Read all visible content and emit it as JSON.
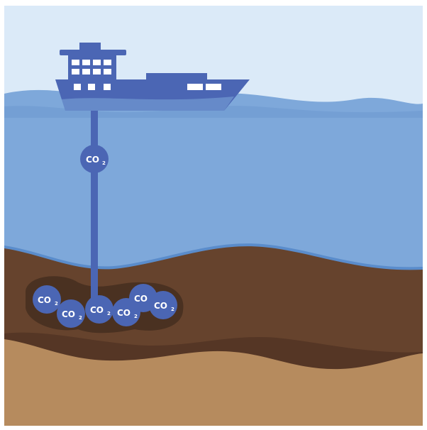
{
  "diagram": {
    "subject": "offshore CO2 injection into seabed storage",
    "colors": {
      "sky": "#dbeaf8",
      "sea": "#7ea8da",
      "sea_wave": "#6b97cf",
      "ship": "#4b66b4",
      "ship_window": "#ffffff",
      "pipe": "#4b66b4",
      "bubble": "#4b66b4",
      "sediment_top_edge": "#5a8ccb",
      "sediment": "#66432d",
      "sediment_dark": "#553625",
      "cavity": "#4a3121",
      "bedrock": "#b68b5e"
    },
    "pipe_bubble": {
      "label": "CO",
      "subscript": "2"
    },
    "storage_bubbles": [
      {
        "label": "CO",
        "subscript": "2"
      },
      {
        "label": "CO",
        "subscript": "2"
      },
      {
        "label": "CO",
        "subscript": "2"
      },
      {
        "label": "CO",
        "subscript": "2"
      },
      {
        "label": "CO",
        "subscript": ""
      },
      {
        "label": "CO",
        "subscript": "2"
      }
    ]
  }
}
